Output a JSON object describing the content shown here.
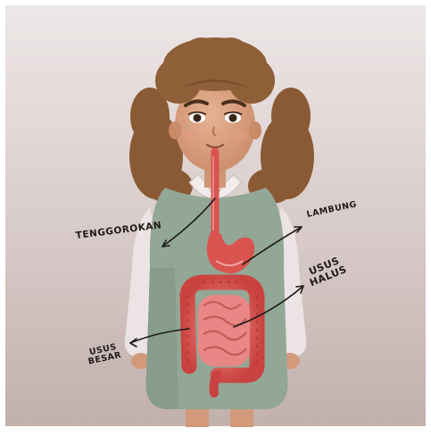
{
  "labels": {
    "throat": "TENGGOROKAN",
    "stomach": "LAMBUNG",
    "small_intestine": [
      "USUS",
      "HALUS"
    ],
    "large_intestine": [
      "USUS",
      "BESAR"
    ]
  },
  "colors": {
    "background_top": "#ede7e7",
    "background_bottom": "#c2b0ac",
    "hair": "#8a5a34",
    "skin": "#d9a17f",
    "vest": "#93a796",
    "shirt": "#ece4e4",
    "organ_red": "#d9534f",
    "organ_pink": "#e88585",
    "arrow": "#1e1a18"
  }
}
